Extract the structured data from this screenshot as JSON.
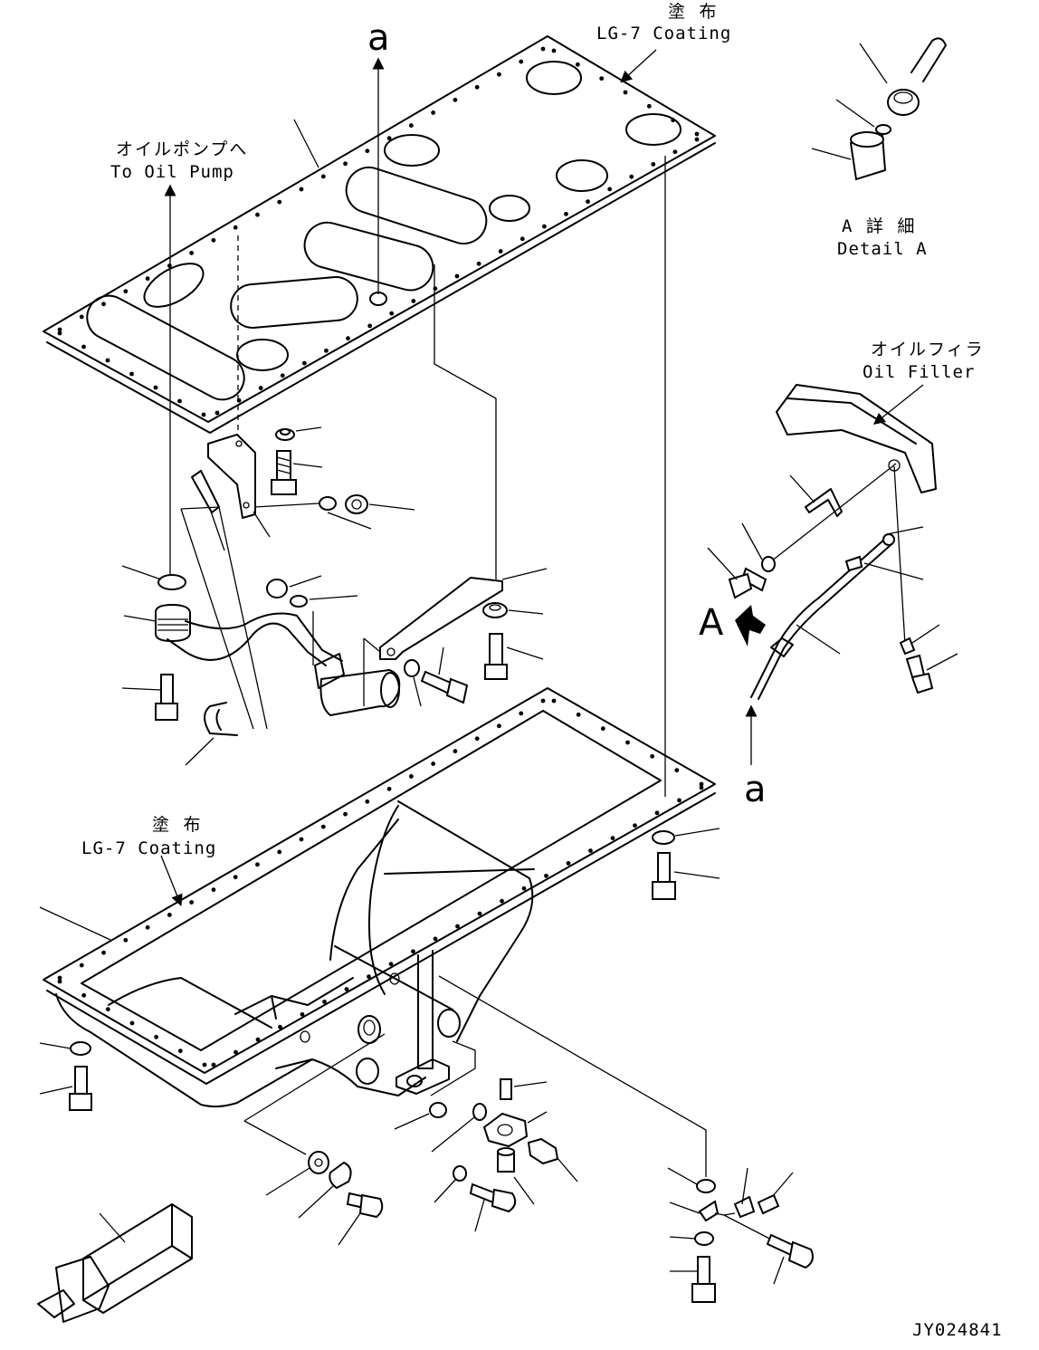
{
  "labels": {
    "coating_top_jp": "塗 布",
    "coating_top_en": "LG-7 Coating",
    "oil_pump_jp": "オイルポンプへ",
    "oil_pump_en": "To Oil Pump",
    "detail_a_jp": "A 詳 細",
    "detail_a_en": "Detail A",
    "oil_filler_jp": "オイルフィラ",
    "oil_filler_en": "Oil Filler",
    "coating_mid_jp": "塗 布",
    "coating_mid_en": "LG-7 Coating",
    "view_a": "A",
    "ref_a_top": "a",
    "ref_a_right": "a",
    "drawing_number": "JY024841"
  }
}
